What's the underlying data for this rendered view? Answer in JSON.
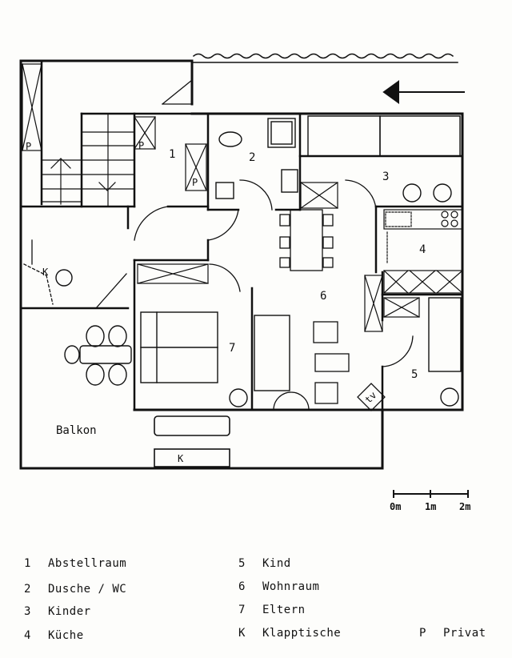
{
  "plan": {
    "room_numbers": [
      "1",
      "2",
      "3",
      "4",
      "5",
      "6",
      "7"
    ],
    "balcony_label": "Balkon",
    "marker_p": "P",
    "marker_k": "K",
    "tv_label": "tv"
  },
  "scale": {
    "labels": [
      "0m",
      "1m",
      "2m"
    ]
  },
  "legend": [
    {
      "key": "1",
      "text": "Abstellraum"
    },
    {
      "key": "2",
      "text": "Dusche / WC"
    },
    {
      "key": "3",
      "text": "Kinder"
    },
    {
      "key": "4",
      "text": "Küche"
    },
    {
      "key": "5",
      "text": "Kind"
    },
    {
      "key": "6",
      "text": "Wohnraum"
    },
    {
      "key": "7",
      "text": "Eltern"
    },
    {
      "key": "K",
      "text": "Klapptische"
    },
    {
      "key": "P",
      "text": "Privat"
    }
  ]
}
